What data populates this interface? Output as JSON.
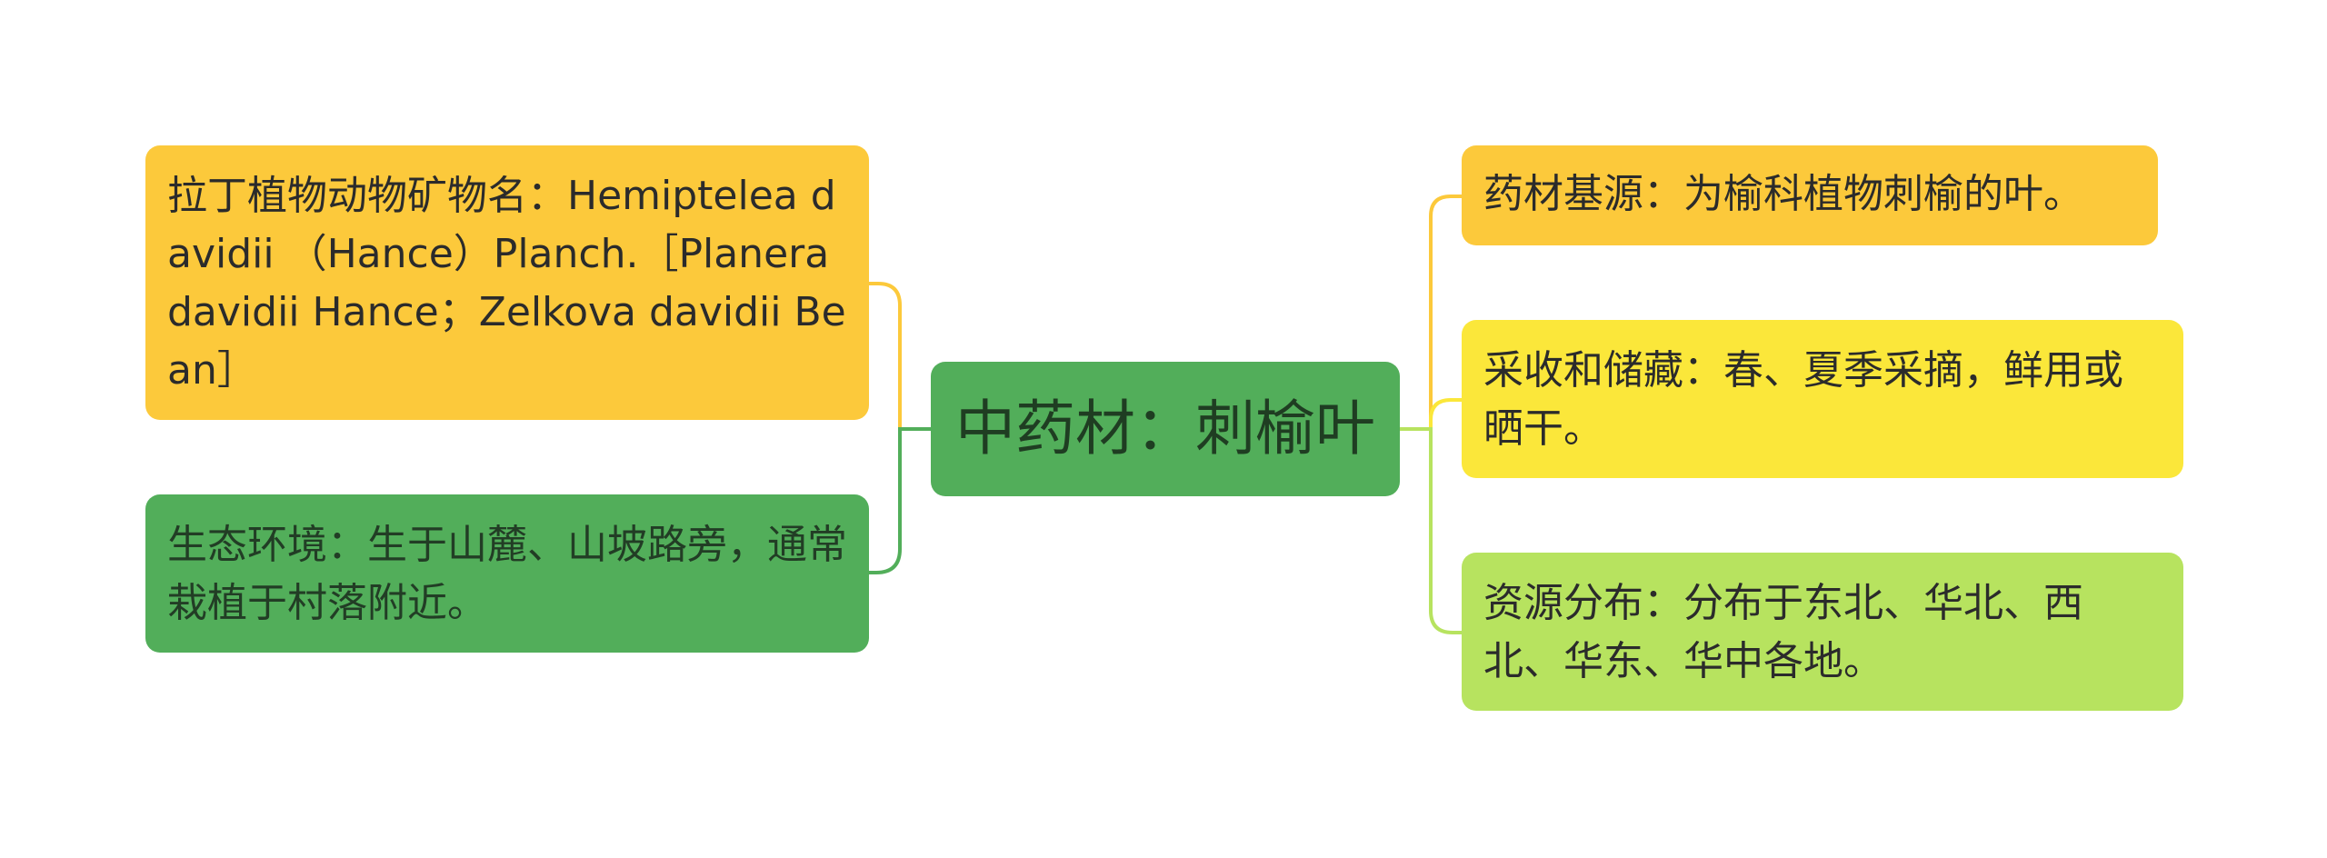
{
  "center": {
    "label": "中药材：刺榆叶",
    "color": "#52ae5a"
  },
  "left_branches": [
    {
      "text": "拉丁植物动物矿物名：Hemiptelea davidii （Hance）Planch.［Planera davidii Hance；Zelkova davidii Bean］",
      "color": "#fcc93b"
    },
    {
      "text": "生态环境：生于山麓、山坡路旁，通常栽植于村落附近。",
      "color": "#52ae5a"
    }
  ],
  "right_branches": [
    {
      "text": "药材基源：为榆科植物刺榆的叶。",
      "color": "#fcc93b"
    },
    {
      "text": "采收和储藏：春、夏季采摘，鲜用或晒干。",
      "color": "#fbe73a"
    },
    {
      "text": "资源分布：分布于东北、华北、西北、华东、华中各地。",
      "color": "#b7e35f"
    }
  ],
  "connector_colors": {
    "left_top": "#fcc93b",
    "left_bottom": "#52ae5a",
    "right_top": "#fcc93b",
    "right_middle": "#fbe73a",
    "right_bottom": "#b7e35f"
  }
}
